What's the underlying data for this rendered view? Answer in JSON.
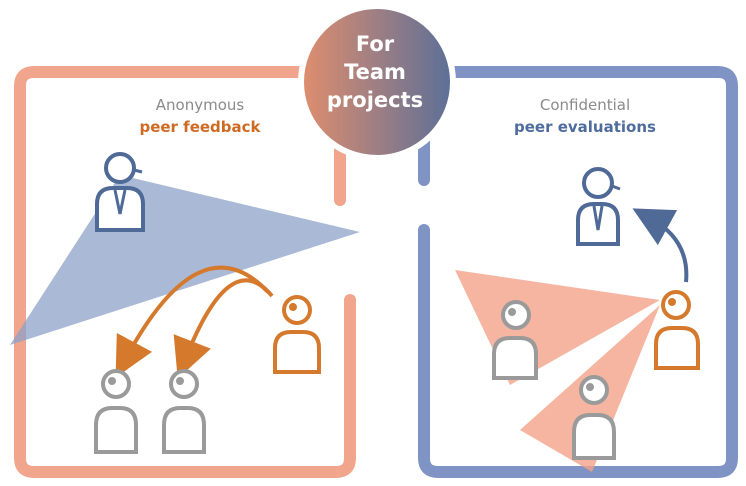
{
  "center_badge": {
    "line1": "For",
    "line2": "Team",
    "line3": "projects"
  },
  "left_panel": {
    "heading_line1": "Anonymous",
    "heading_line2": "peer feedback"
  },
  "right_panel": {
    "heading_line1": "Confidential",
    "heading_line2": "peer evaluations"
  },
  "colors": {
    "orange_frame": "#f0a58c",
    "blue_frame": "#7f93c4",
    "orange_accent": "#d5792d",
    "blue_accent": "#4f6a96",
    "gray_person": "#9a9a9a",
    "blue_cone": "#8ea2c8",
    "orange_cone": "#f2a38a"
  },
  "icons": [
    "person-icon",
    "manager-icon",
    "curved-arrow-icon"
  ]
}
